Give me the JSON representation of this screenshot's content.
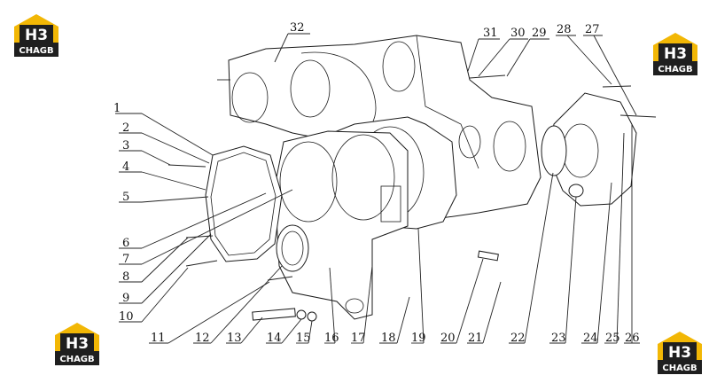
{
  "logo": {
    "mark": "H3",
    "word": "CHAGB",
    "colors": {
      "yellow": "#f2b705",
      "dark": "#1f1f1f",
      "white": "#ffffff"
    }
  },
  "callouts": [
    "1",
    "2",
    "3",
    "4",
    "5",
    "6",
    "7",
    "8",
    "9",
    "10",
    "11",
    "12",
    "13",
    "14",
    "15",
    "16",
    "17",
    "18",
    "19",
    "20",
    "21",
    "22",
    "23",
    "24",
    "25",
    "26",
    "27",
    "28",
    "29",
    "30",
    "31",
    "32"
  ]
}
